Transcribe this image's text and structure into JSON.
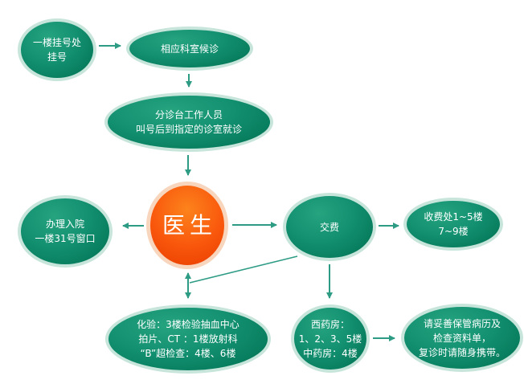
{
  "diagram": {
    "type": "flowchart",
    "language": "zh-CN",
    "subject": "hospital-outpatient-visit-process",
    "nodes": {
      "register": {
        "shape": "ellipse",
        "lines": [
          "一楼挂号处",
          "挂号"
        ]
      },
      "waiting": {
        "shape": "ellipse",
        "lines": [
          "相应科室候诊"
        ]
      },
      "triage": {
        "shape": "ellipse",
        "lines": [
          "分诊台工作人员",
          "叫号后到指定的诊室就诊"
        ]
      },
      "doctor": {
        "shape": "circle",
        "lines": [
          "医生"
        ]
      },
      "admission": {
        "shape": "ellipse",
        "lines": [
          "办理入院",
          "一楼31号窗口"
        ]
      },
      "payment": {
        "shape": "ellipse",
        "lines": [
          "交费"
        ]
      },
      "cashier": {
        "shape": "ellipse",
        "lines": [
          "收费处1~5楼",
          "7~9楼"
        ]
      },
      "lab": {
        "shape": "ellipse",
        "lines": [
          "化验：3楼检验抽血中心",
          "拍片、CT ：1楼放射科",
          "“B”超检查：4楼、6楼"
        ]
      },
      "pharmacy": {
        "shape": "ellipse",
        "lines": [
          "西药房：",
          "1、2、3、5楼",
          "中药房：4楼"
        ]
      },
      "records": {
        "shape": "ellipse",
        "lines": [
          "请妥善保管病历及",
          "检查资料单，",
          "复诊时请随身携带。"
        ]
      }
    },
    "edges": [
      {
        "from": "register",
        "to": "waiting",
        "arrow": "single"
      },
      {
        "from": "waiting",
        "to": "triage",
        "arrow": "single"
      },
      {
        "from": "triage",
        "to": "doctor",
        "arrow": "single"
      },
      {
        "from": "doctor",
        "to": "admission",
        "arrow": "single"
      },
      {
        "from": "doctor",
        "to": "payment",
        "arrow": "single"
      },
      {
        "from": "payment",
        "to": "cashier",
        "arrow": "single"
      },
      {
        "from": "doctor",
        "to": "lab",
        "arrow": "double"
      },
      {
        "from": "payment",
        "to": "doctor-lab-line",
        "arrow": "none"
      },
      {
        "from": "payment",
        "to": "pharmacy",
        "arrow": "single"
      },
      {
        "from": "pharmacy",
        "to": "records",
        "arrow": "single"
      }
    ]
  },
  "colors": {
    "background": "#ffffff",
    "node_fill_light": "#26a480",
    "node_fill_dark": "#007051",
    "node_ring": "#c7e5da",
    "doctor_fill_light": "#fc831c",
    "doctor_fill_dark": "#e83d00",
    "doctor_ring": "#f8d5bd",
    "connector": "#2e9c85",
    "text": "#ffffff"
  }
}
